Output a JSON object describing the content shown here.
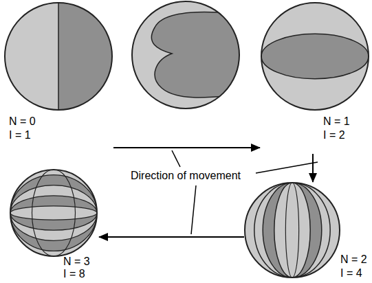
{
  "diagram": {
    "nodes": [
      {
        "text": [
          "N = 0",
          "I = 1"
        ]
      },
      {
        "text": [
          "N = 1",
          "I = 2"
        ]
      },
      {
        "text": [
          "N = 2",
          "I = 4"
        ]
      },
      {
        "text": [
          "N = 3",
          "I = 8"
        ]
      }
    ],
    "edges": [
      {
        "from": 0,
        "to": 1,
        "arrow": "to"
      },
      {
        "from": 1,
        "to": 2,
        "arrow": "to"
      },
      {
        "from": 2,
        "to": 3,
        "arrow": "to"
      }
    ],
    "labels": [
      "Direction of movement"
    ]
  }
}
